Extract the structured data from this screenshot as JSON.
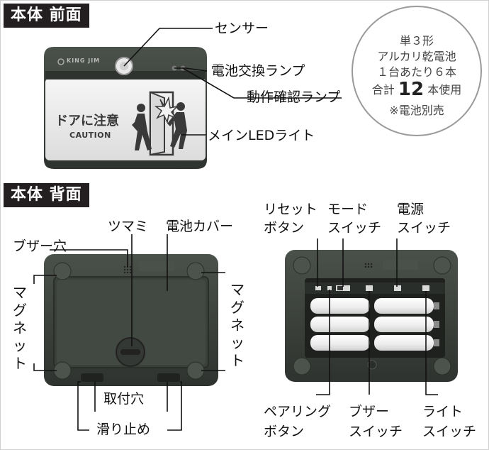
{
  "front": {
    "section_title": "本体 前面",
    "brand": "KING JIM",
    "sign_text": "ドアに注意",
    "sign_subtext": "CAUTION",
    "labels": {
      "sensor": "センサー",
      "battery_lamp": "電池交換ランプ",
      "operation_lamp": "動作確認ランプ",
      "main_led": "メインLEDライト"
    }
  },
  "battery_info": {
    "line1": "単３形",
    "line2": "アルカリ乾電池",
    "line3": "１台あたり６本",
    "line4_prefix": "合計",
    "line4_number": "12",
    "line4_suffix": "本使用",
    "line5": "※電池別売"
  },
  "back": {
    "section_title": "本体 背面",
    "labels": {
      "buzzer_hole": "ブザー穴",
      "knob": "ツマミ",
      "battery_cover": "電池カバー",
      "magnet_left": "マグネット",
      "magnet_right": "マグネット",
      "mount_hole": "取付穴",
      "anti_slip": "滑り止め"
    }
  },
  "inside": {
    "labels": {
      "reset_line1": "リセット",
      "reset_line2": "ボタン",
      "mode_line1": "モード",
      "mode_line2": "スイッチ",
      "power_line1": "電源",
      "power_line2": "スイッチ",
      "pairing_line1": "ペアリング",
      "pairing_line2": "ボタン",
      "buzzer_line1": "ブザー",
      "buzzer_line2": "スイッチ",
      "light_line1": "ライト",
      "light_line2": "スイッチ"
    }
  },
  "colors": {
    "device_body": "#3a3f3a",
    "device_dark": "#2b2f2b",
    "sign_panel": "#ececec",
    "battery": "#f4f4f4"
  }
}
